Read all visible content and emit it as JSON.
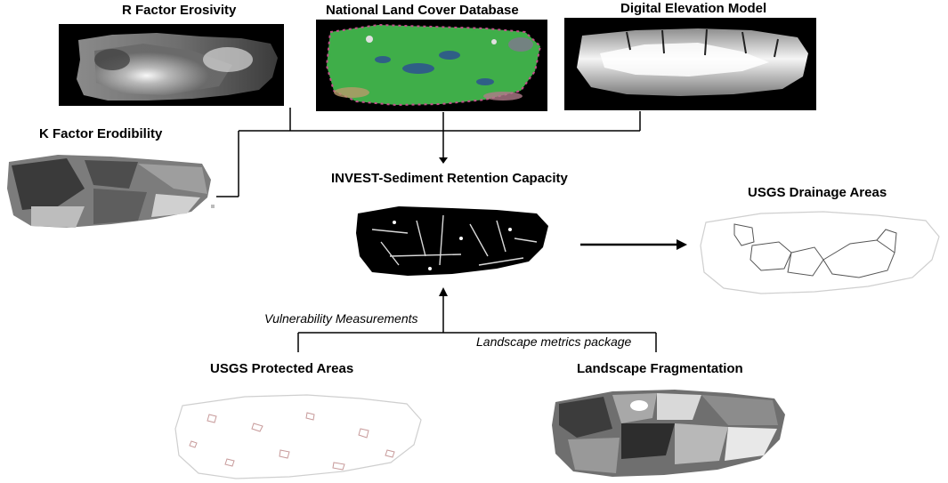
{
  "labels": {
    "r_factor": "R Factor Erosivity",
    "nlcd": "National Land Cover Database",
    "dem": "Digital Elevation Model",
    "k_factor": "K Factor Erodibility",
    "invest": "INVEST-Sediment Retention Capacity",
    "drainage": "USGS Drainage Areas",
    "protected": "USGS Protected  Areas",
    "fragmentation": "Landscape Fragmentation"
  },
  "annotations": {
    "vulnerability": "Vulnerability Measurements",
    "landscape_metrics": "Landscape metrics package"
  },
  "colors": {
    "line": "#000000",
    "nlcd_green": "#3fae49",
    "nlcd_water": "#2f5f86",
    "protected_outline": "#c79a9a",
    "drainage_outline": "#cfcfcf"
  }
}
